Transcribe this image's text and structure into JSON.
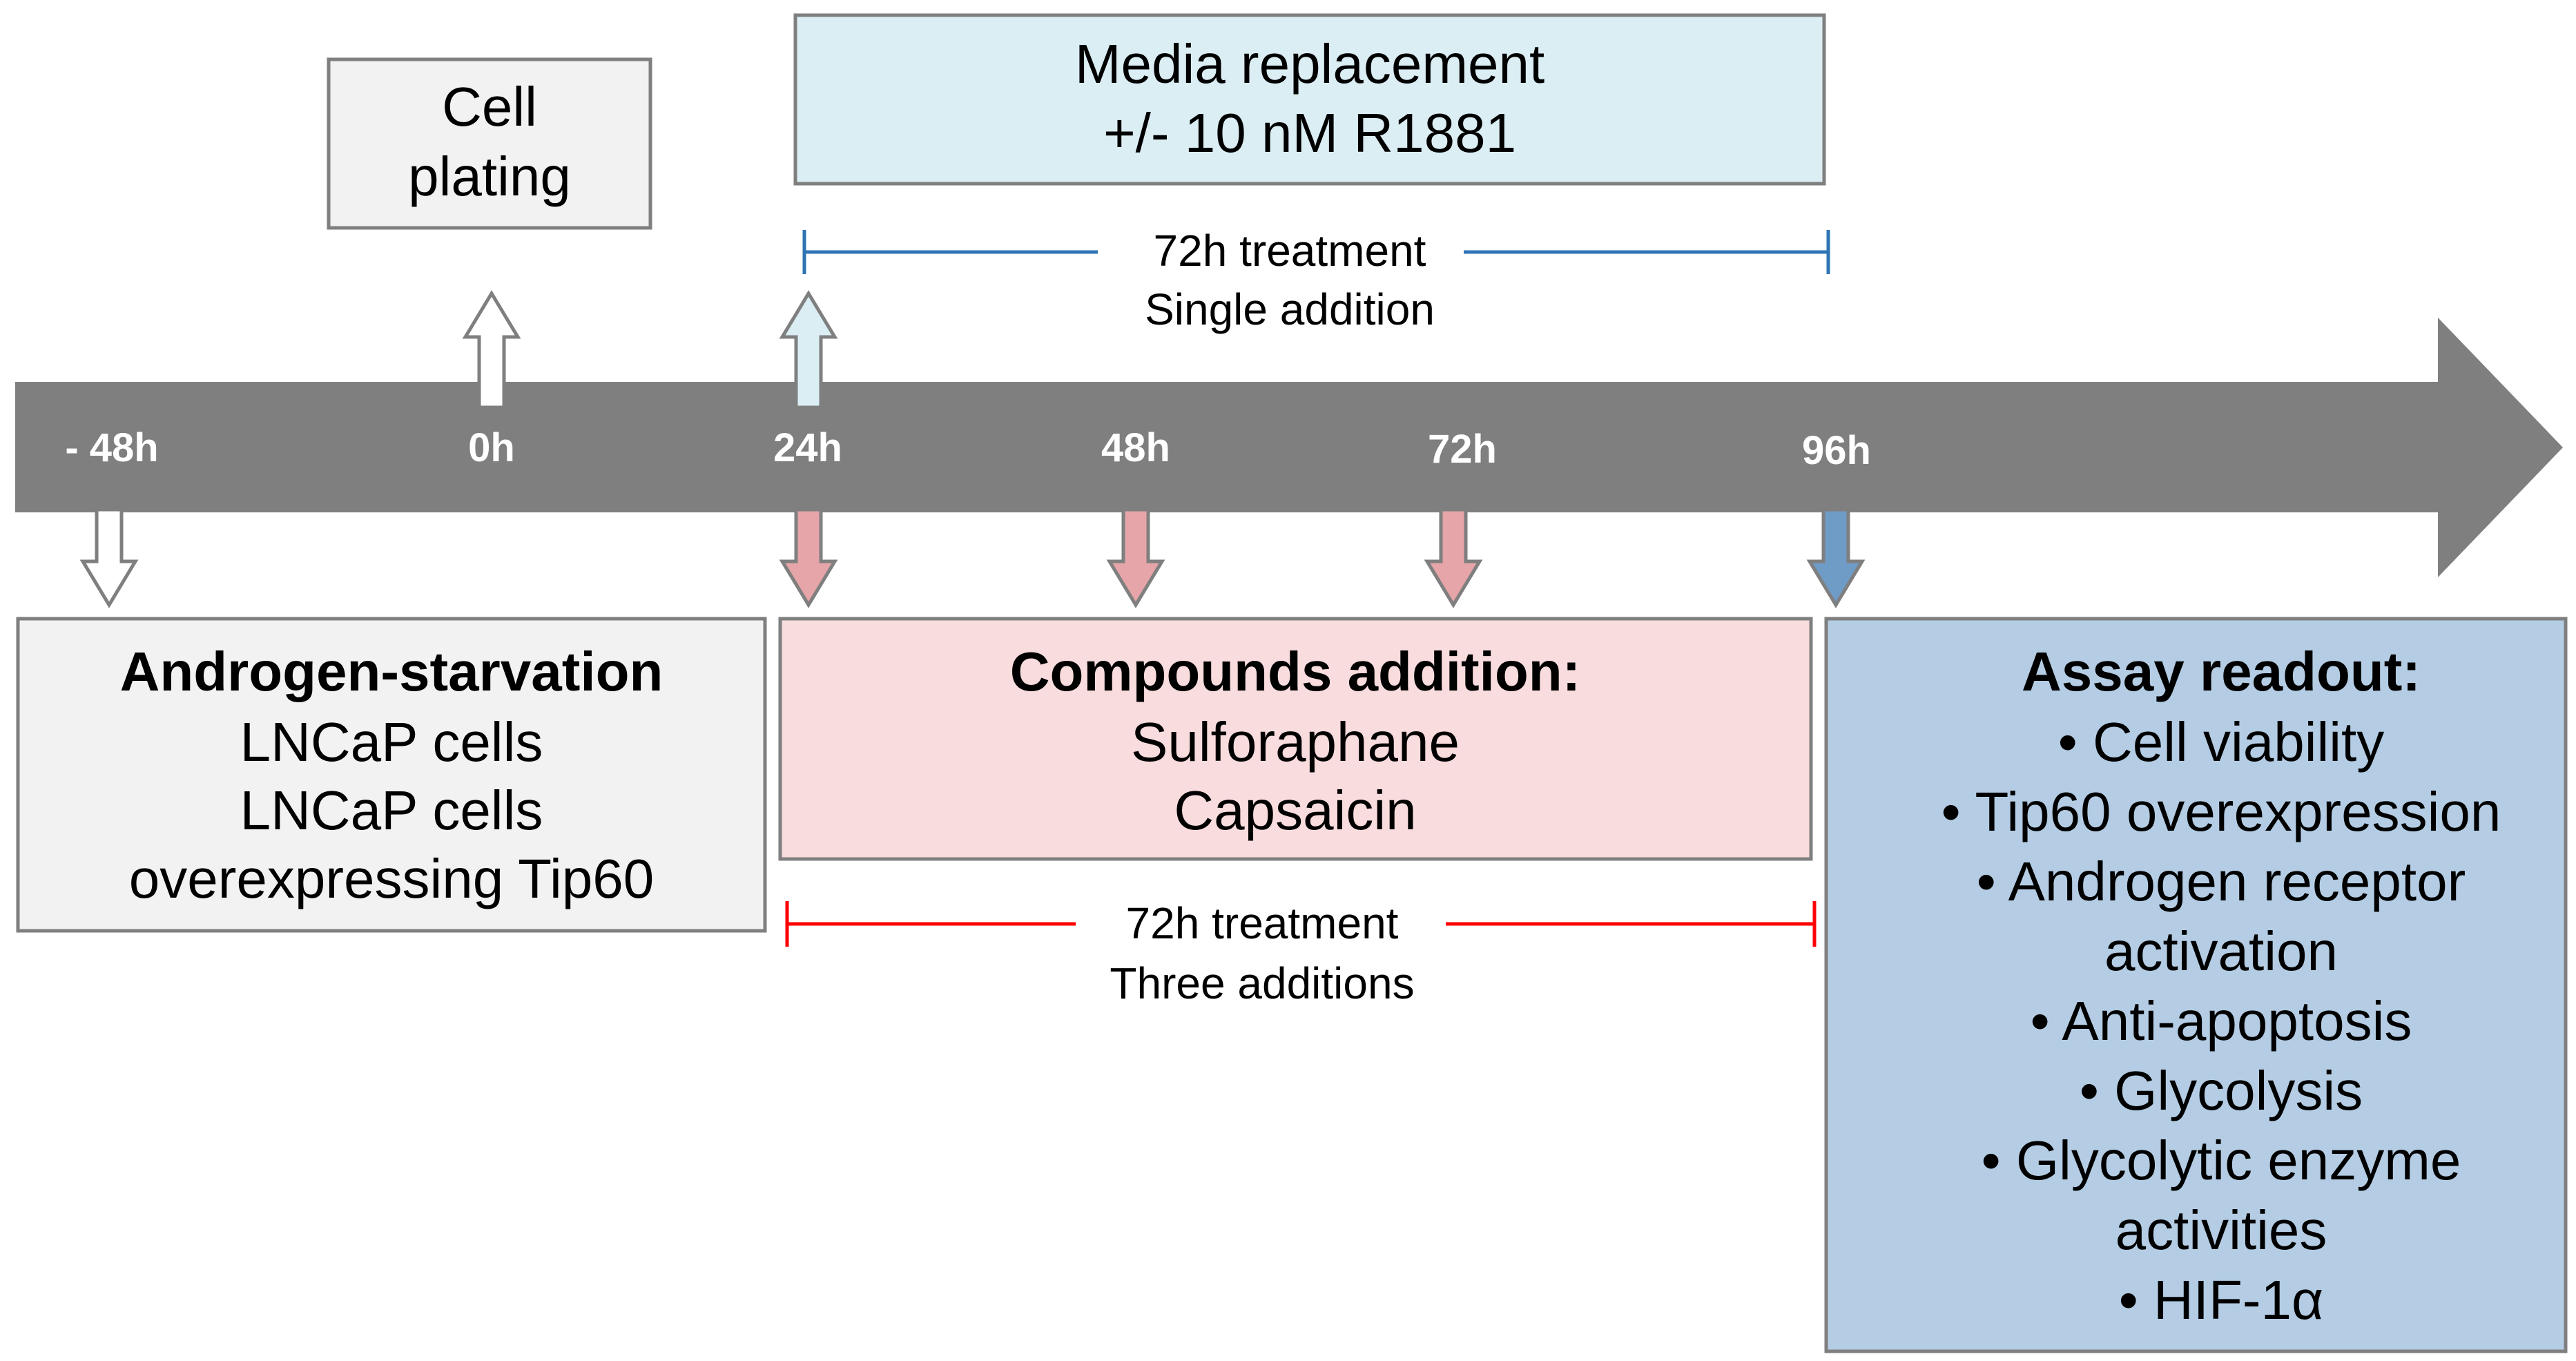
{
  "timeline": {
    "ticks": [
      "- 48h",
      "0h",
      "24h",
      "48h",
      "72h",
      "96h"
    ],
    "colors": {
      "bar": "#7f7f7f",
      "tick_text": "#ffffff"
    }
  },
  "boxes": {
    "cell_plating": {
      "lines": [
        "Cell",
        "plating"
      ],
      "color": "#f2f2f2"
    },
    "media_replacement": {
      "lines": [
        "Media replacement",
        "+/- 10 nM R1881"
      ],
      "color": "#dbeef4"
    },
    "androgen_starvation": {
      "title": "Androgen-starvation",
      "lines": [
        "LNCaP cells",
        "LNCaP cells",
        "overexpressing Tip60"
      ],
      "color": "#f2f2f2"
    },
    "compounds_addition": {
      "title": "Compounds addition:",
      "lines": [
        "Sulforaphane",
        "Capsaicin"
      ],
      "color": "#f9dcdd"
    },
    "assay_readout": {
      "title": "Assay readout:",
      "bullet": "•",
      "items": [
        "Cell viability",
        "Tip60 overexpression",
        "Androgen receptor",
        "activation",
        "Anti-apoptosis",
        "Glycolysis",
        "Glycolytic enzyme",
        "activities",
        "HIF-1α"
      ],
      "bulleted": [
        true,
        true,
        true,
        false,
        true,
        true,
        true,
        false,
        true
      ],
      "color": "#b4cde4"
    }
  },
  "spans": {
    "single": {
      "lines": [
        "72h treatment",
        "Single addition"
      ],
      "color": "#2e74b5"
    },
    "three": {
      "lines": [
        "72h treatment",
        "Three additions"
      ],
      "color": "#ff0000"
    }
  },
  "arrow_colors": {
    "white": "#ffffff",
    "light_blue": "#dbeef4",
    "pink": "#e6a5a8",
    "blue": "#6f9bc7"
  }
}
